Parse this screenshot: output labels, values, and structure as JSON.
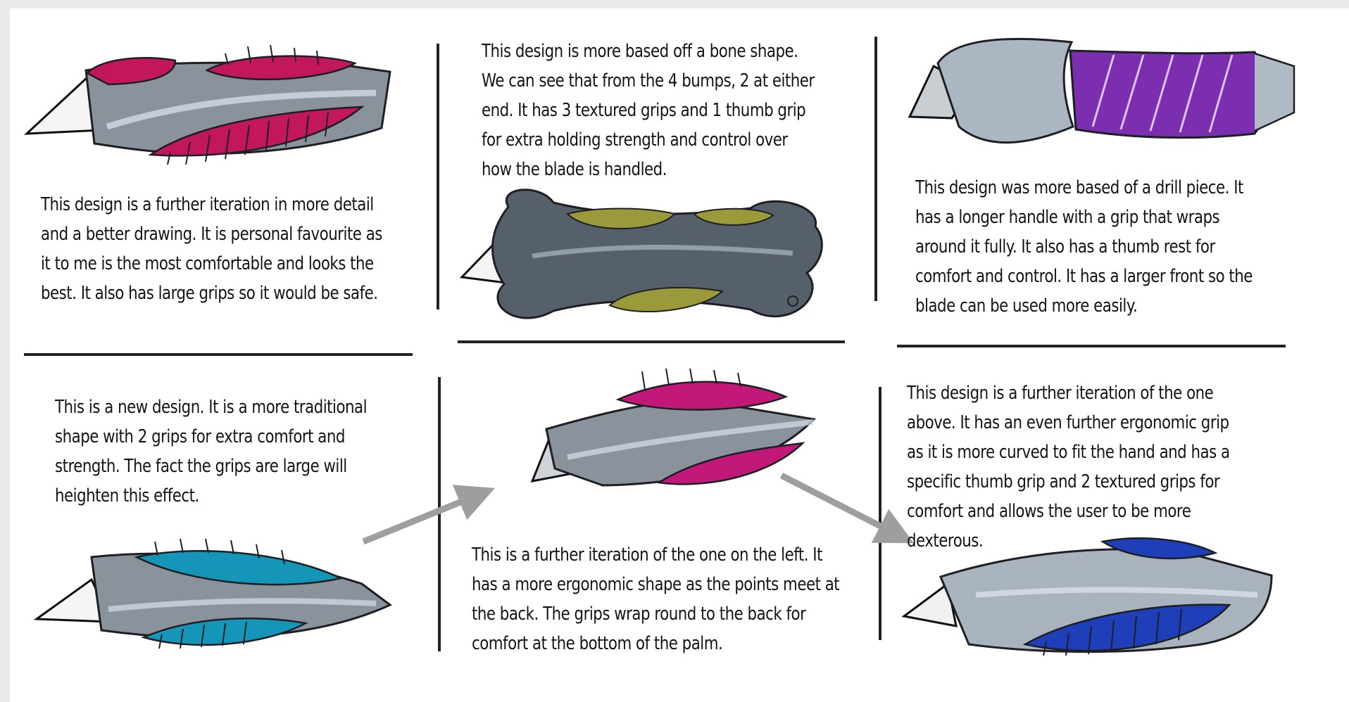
{
  "captions": {
    "design1": [
      "This design is a further iteration in more detail",
      "and a better drawing. It is personal favourite as",
      "it to me is the most comfortable and looks the",
      "best. It also has large grips so it would be safe."
    ],
    "design2": [
      "This design is more based off a bone shape.",
      "We can see that from the 4 bumps, 2 at either",
      "end. It has 3 textured grips and 1 thumb grip",
      "for extra holding strength and control over",
      "how the blade is handled."
    ],
    "design3": [
      "This design was more based of a drill piece. It",
      "has a longer handle with a grip that wraps",
      "around it fully. It also has a thumb rest for",
      "comfort and control. It has a larger front so the",
      "blade can be used more easily."
    ],
    "design4": [
      "This is a new design. It is a more traditional",
      "shape with 2 grips for extra comfort and",
      "strength. The fact the grips are large will",
      "heighten this effect."
    ],
    "design5": [
      "This is a further iteration of the one on the left. It",
      "has a more ergonomic shape as the points meet at",
      "the back. The grips wrap round to the back for",
      "comfort at the bottom of the palm."
    ],
    "design6": [
      "This design is a further iteration of the one",
      "above. It has an even further ergonomic grip",
      "as it is more curved to fit the hand and has a",
      "specific thumb grip and 2 textured grips for",
      "comfort and allows the user to be more",
      "dexterous."
    ]
  },
  "colors": {
    "grip_design1": "#c2185b",
    "grip_design2": "#9a9a3a",
    "grip_design3": "#7b2fb0",
    "grip_design4": "#1596b8",
    "grip_design5": "#c2187a",
    "grip_design6": "#1e3fb8",
    "body_grey": "#8a939b",
    "arrow_grey": "#9e9e9e"
  }
}
